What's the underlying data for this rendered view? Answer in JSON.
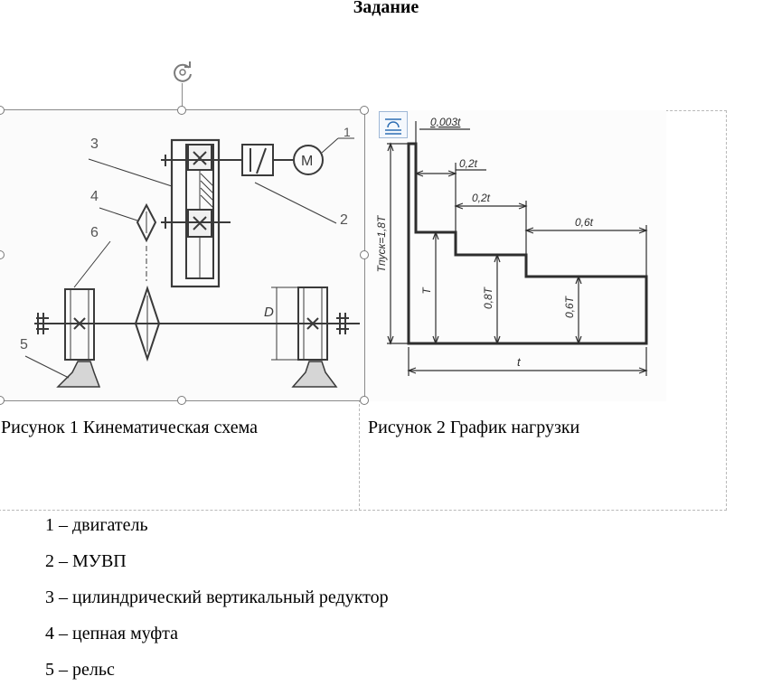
{
  "document": {
    "title": "Задание",
    "figures": [
      {
        "caption": "Рисунок 1 Кинематическая схема",
        "labels": [
          "1",
          "2",
          "3",
          "4",
          "5",
          "6",
          "M",
          "D"
        ]
      },
      {
        "caption": "Рисунок 2 График нагрузки",
        "labels": [
          "0,003t",
          "0,2t",
          "0,2t",
          "0,6t",
          "Tпуск=1,8T",
          "T",
          "0,8T",
          "0,6T",
          "t"
        ]
      }
    ],
    "legend": [
      "1 – двигатель",
      "2 – МУВП",
      "3 – цилиндрический вертикальный редуктор",
      "4 – цепная муфта",
      "5 – рельс"
    ]
  },
  "icons": {
    "rotate": "rotate-handle-icon",
    "layout": "layout-options-icon"
  },
  "colors": {
    "selection": "#7a7a7a",
    "table_border": "#b9b9b9",
    "drawing": "#3a3a3a",
    "layout_button": "#2f6fb4"
  }
}
